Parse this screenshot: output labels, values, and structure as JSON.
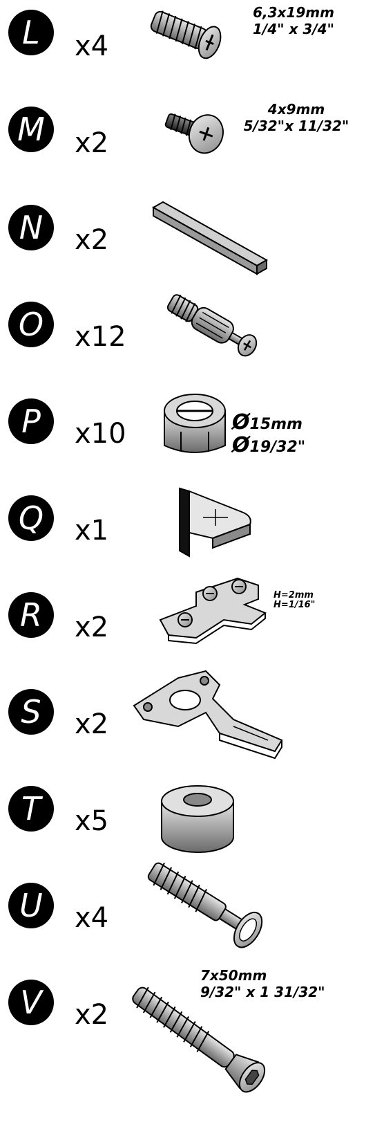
{
  "parts": [
    {
      "letter": "L",
      "quantity": "x4",
      "dimensions": [
        "6,3x19mm",
        "1/4\" x 3/4\""
      ],
      "icon": "euro-screw-icon"
    },
    {
      "letter": "M",
      "quantity": "x2",
      "dimensions": [
        "4x9mm",
        "5/32\"x 11/32\""
      ],
      "icon": "pan-head-screw-icon"
    },
    {
      "letter": "N",
      "quantity": "x2",
      "dimensions": [],
      "icon": "square-bar-icon"
    },
    {
      "letter": "O",
      "quantity": "x12",
      "dimensions": [],
      "icon": "cam-bolt-icon"
    },
    {
      "letter": "P",
      "quantity": "x10",
      "dimensions": [
        "15mm",
        "19/32\""
      ],
      "dimension_symbol": "Ø",
      "icon": "cam-lock-icon"
    },
    {
      "letter": "Q",
      "quantity": "x1",
      "dimensions": [],
      "icon": "wedge-clip-icon"
    },
    {
      "letter": "R",
      "quantity": "x2",
      "dimensions": [
        "H=2mm",
        "H=1/16\""
      ],
      "icon": "hinge-plate-icon"
    },
    {
      "letter": "S",
      "quantity": "x2",
      "dimensions": [],
      "icon": "cabinet-hinge-icon"
    },
    {
      "letter": "T",
      "quantity": "x5",
      "dimensions": [],
      "icon": "spacer-ring-icon"
    },
    {
      "letter": "U",
      "quantity": "x4",
      "dimensions": [],
      "icon": "wall-plug-icon"
    },
    {
      "letter": "V",
      "quantity": "x2",
      "dimensions": [
        "7x50mm",
        "9/32\" x 1 31/32\""
      ],
      "icon": "long-screw-icon"
    }
  ]
}
